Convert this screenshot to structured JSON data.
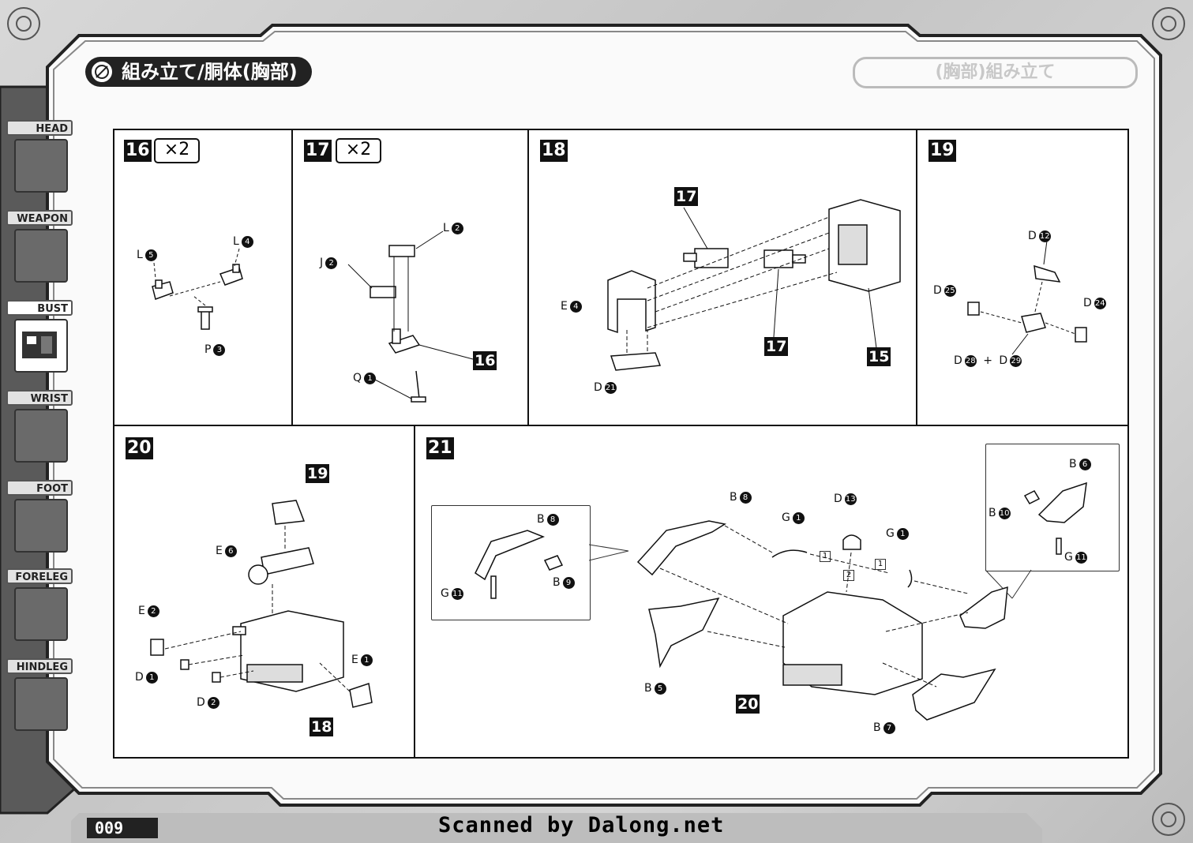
{
  "header": {
    "title": "組み立て/胴体(胸部)",
    "ghost_title": "(胸部)組み立て"
  },
  "sidebar": {
    "items": [
      {
        "label": "HEAD",
        "icon": "head-icon",
        "active": false
      },
      {
        "label": "WEAPON",
        "icon": "weapon-icon",
        "active": false
      },
      {
        "label": "BUST",
        "icon": "bust-icon",
        "active": true
      },
      {
        "label": "WRIST",
        "icon": "wrist-icon",
        "active": false
      },
      {
        "label": "FOOT",
        "icon": "foot-icon",
        "active": false
      },
      {
        "label": "FORELEG",
        "icon": "foreleg-icon",
        "active": false
      },
      {
        "label": "HINDLEG",
        "icon": "hindleg-icon",
        "active": false
      }
    ]
  },
  "steps": {
    "s16": {
      "num": "16",
      "mult": "×2",
      "labels": {
        "l5": "L",
        "l5n": "5",
        "l4": "L",
        "l4n": "4",
        "p3": "P",
        "p3n": "3"
      }
    },
    "s17": {
      "num": "17",
      "mult": "×2",
      "labels": {
        "l2": "L",
        "l2n": "2",
        "j2": "J",
        "j2n": "2",
        "q1": "Q",
        "q1n": "1"
      },
      "ref": "16"
    },
    "s18": {
      "num": "18",
      "labels": {
        "e4": "E",
        "e4n": "4",
        "d21": "D",
        "d21n": "21"
      },
      "ref_a": "17",
      "ref_b": "17",
      "ref_c": "15"
    },
    "s19": {
      "num": "19",
      "labels": {
        "d12": "D",
        "d12n": "12",
        "d25": "D",
        "d25n": "25",
        "d24": "D",
        "d24n": "24",
        "d28": "D",
        "d28n": "28",
        "plus": "+",
        "d29": "D",
        "d29n": "29"
      }
    },
    "s20": {
      "num": "20",
      "labels": {
        "e6": "E",
        "e6n": "6",
        "e2": "E",
        "e2n": "2",
        "d1": "D",
        "d1n": "1",
        "d2": "D",
        "d2n": "2",
        "e1": "E",
        "e1n": "1"
      },
      "ref_top": "19",
      "ref_bottom": "18"
    },
    "s21": {
      "num": "21",
      "labels": {
        "b8a": "B",
        "b8an": "8",
        "b9": "B",
        "b9n": "9",
        "g11a": "G",
        "g11an": "11",
        "b8b": "B",
        "b8bn": "8",
        "g1a": "G",
        "g1an": "1",
        "d13": "D",
        "d13n": "13",
        "g1b": "G",
        "g1bn": "1",
        "b6": "B",
        "b6n": "6",
        "b10": "B",
        "b10n": "10",
        "g11b": "G",
        "g11bn": "11",
        "b5": "B",
        "b5n": "5",
        "b7": "B",
        "b7n": "7"
      },
      "ref": "20",
      "seq": [
        "1",
        "1",
        "2"
      ]
    }
  },
  "footer": {
    "page_number": "009",
    "scan_credit": "Scanned by Dalong.net"
  }
}
